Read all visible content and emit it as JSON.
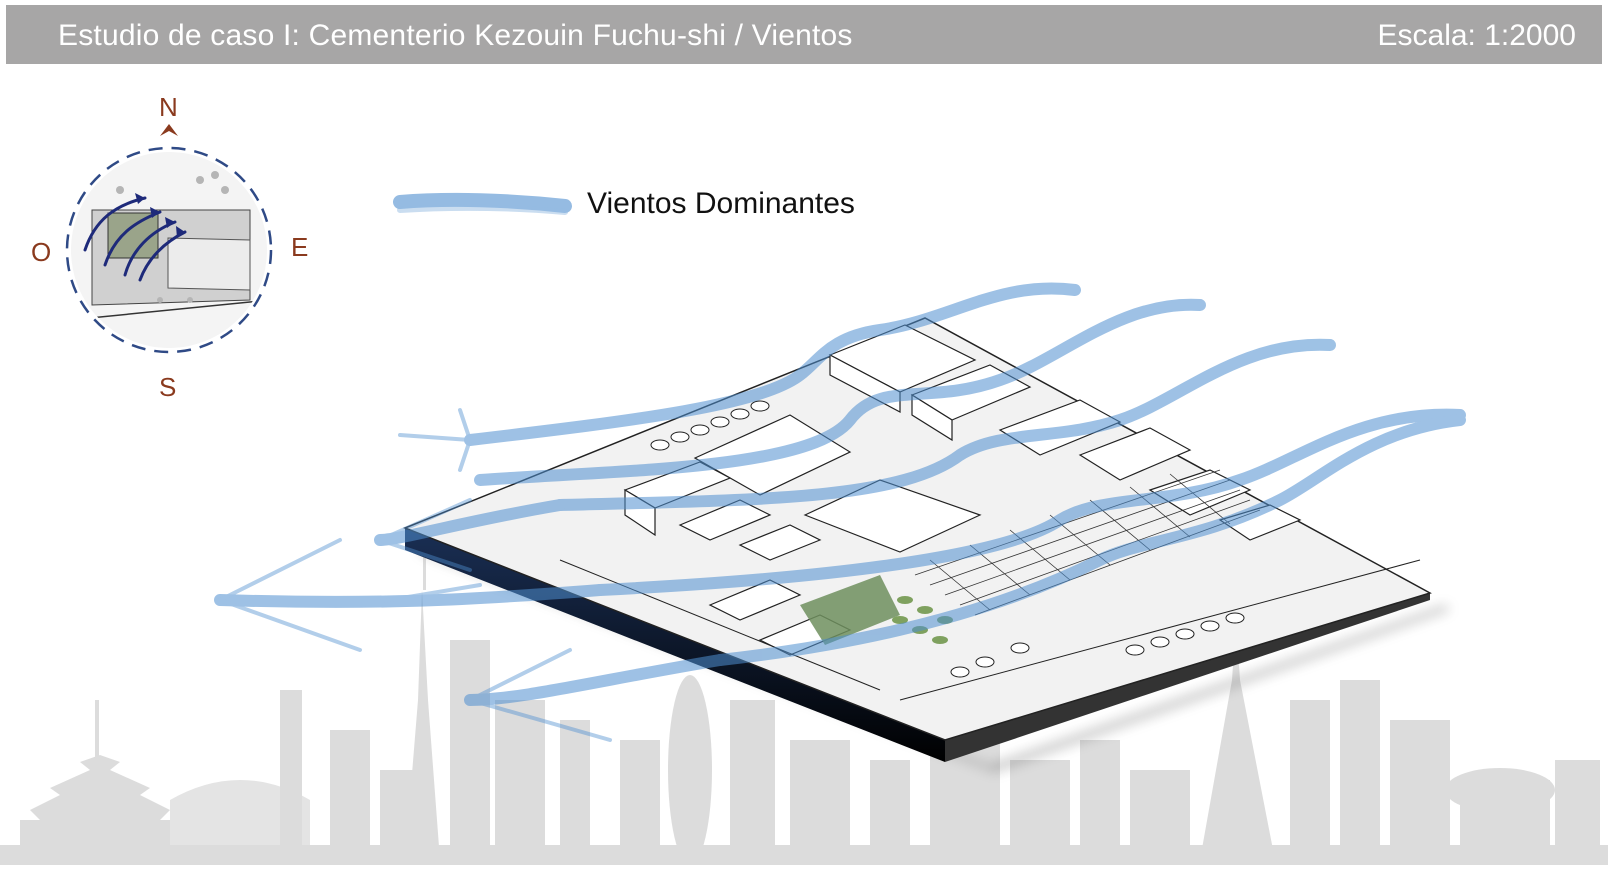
{
  "header": {
    "title": "Estudio de caso I: Cementerio Kezouin Fuchu-shi / Vientos",
    "scale": "Escala: 1:2000"
  },
  "compass": {
    "north": "N",
    "south": "S",
    "east": "E",
    "west": "O"
  },
  "legend": {
    "label": "Vientos Dominantes"
  },
  "colors": {
    "header_bg": "#a7a6a6",
    "wind": "#4f8fd0",
    "compass_letters": "#8a3a1e",
    "compass_ring": "#2f4a86",
    "skyline": "#d9d9d9"
  }
}
